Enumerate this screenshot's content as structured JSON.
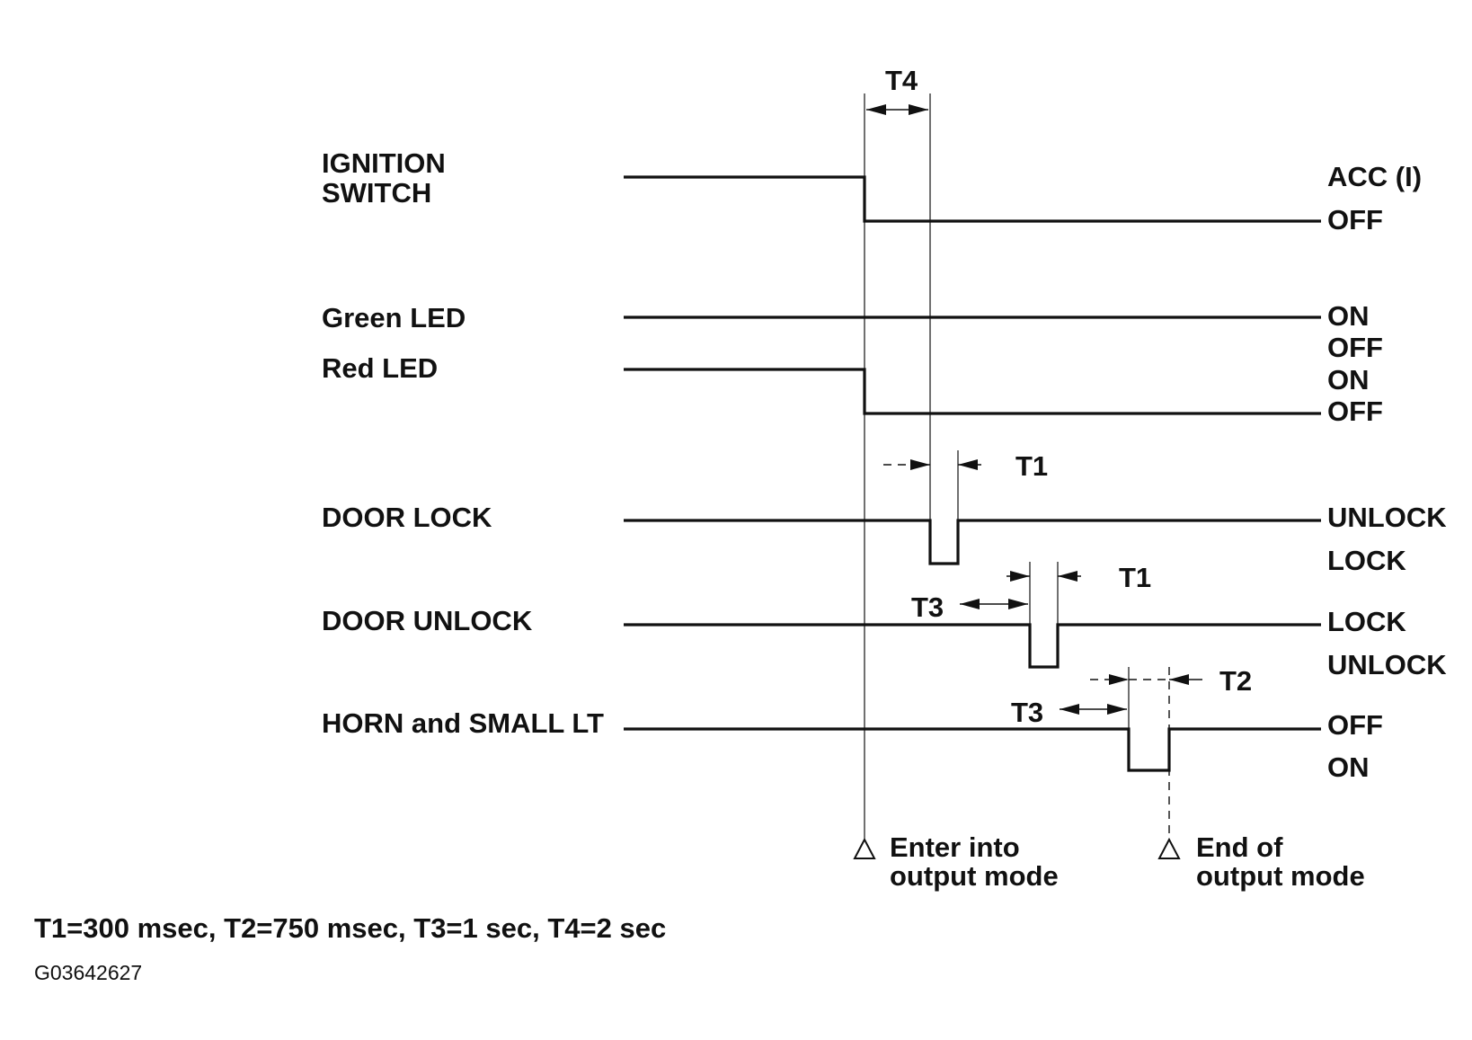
{
  "signals": [
    {
      "label_lines": [
        "IGNITION",
        "SWITCH"
      ],
      "states": [
        "ACC (I)",
        "OFF"
      ]
    },
    {
      "label_lines": [
        "Green LED"
      ],
      "states": [
        "ON",
        "OFF"
      ]
    },
    {
      "label_lines": [
        "Red LED"
      ],
      "states": [
        "ON",
        "OFF"
      ]
    },
    {
      "label_lines": [
        "DOOR LOCK"
      ],
      "states": [
        "UNLOCK",
        "LOCK"
      ]
    },
    {
      "label_lines": [
        "DOOR UNLOCK"
      ],
      "states": [
        "LOCK",
        "UNLOCK"
      ]
    },
    {
      "label_lines": [
        "HORN and SMALL LT"
      ],
      "states": [
        "OFF",
        "ON"
      ]
    }
  ],
  "timing_labels": {
    "t4": "T4",
    "t1_lock": "T1",
    "t1_unlock": "T1",
    "t3_unlock": "T3",
    "t2": "T2",
    "t3_horn": "T3"
  },
  "markers": {
    "enter": [
      "Enter into",
      "output mode"
    ],
    "end": [
      "End of",
      "output mode"
    ]
  },
  "footnote": "T1=300 msec, T2=750 msec, T3=1 sec, T4=2 sec",
  "figure_code": "G03642627"
}
